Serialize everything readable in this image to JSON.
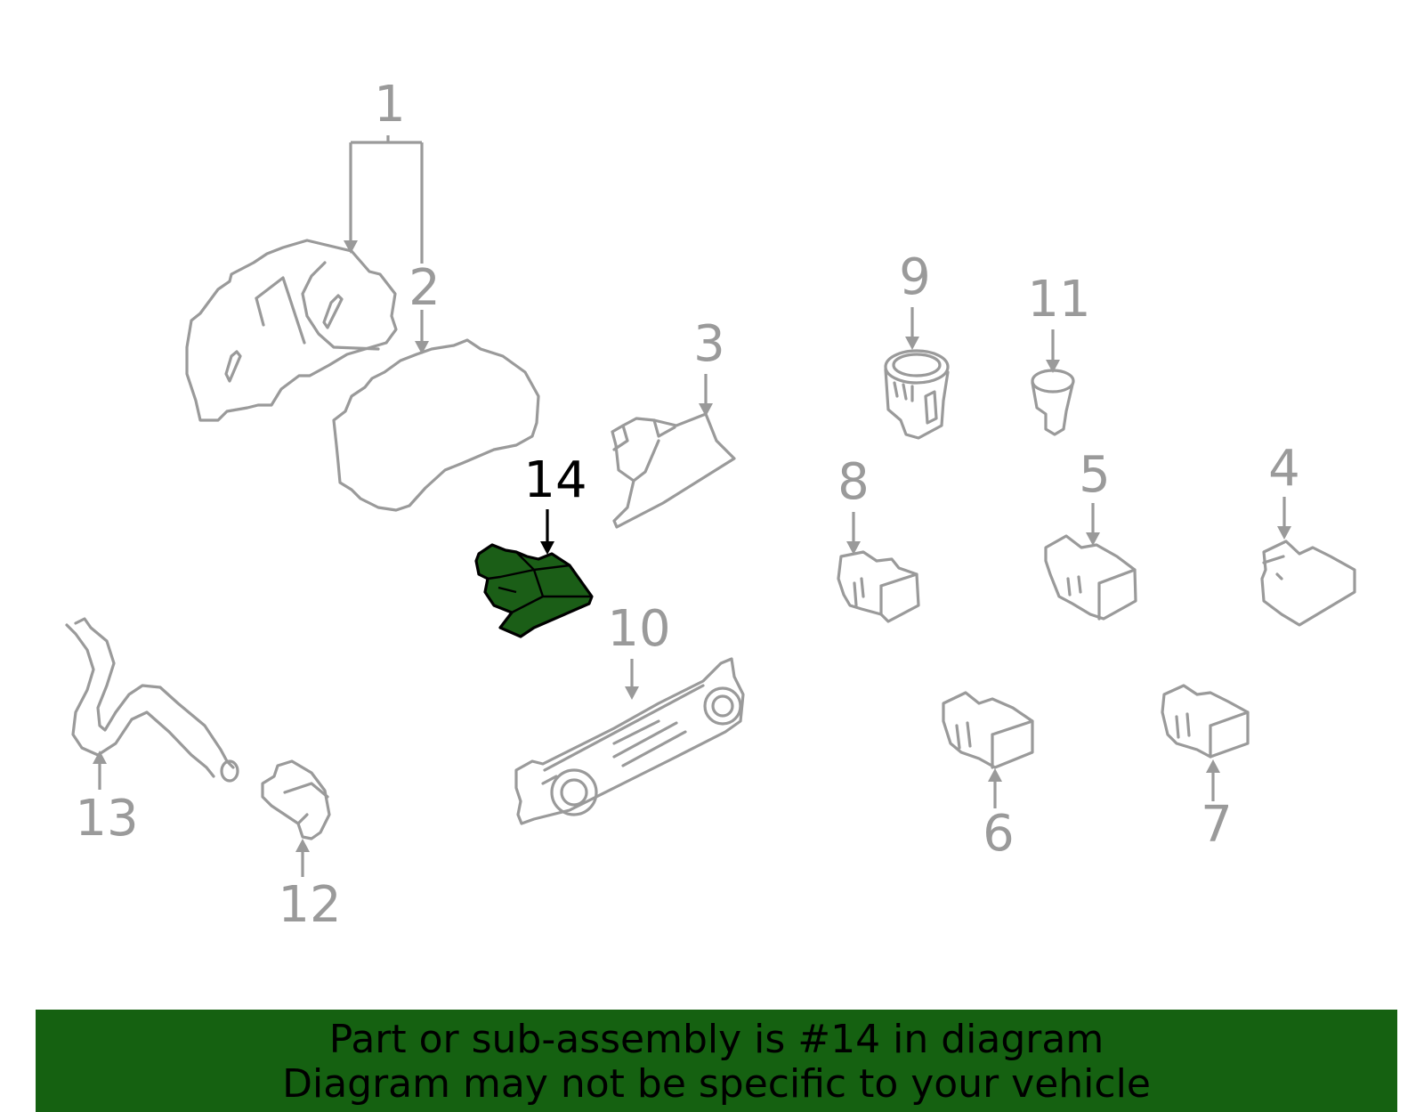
{
  "callouts": {
    "c1": "1",
    "c2": "2",
    "c3": "3",
    "c4": "4",
    "c5": "5",
    "c6": "6",
    "c7": "7",
    "c8": "8",
    "c9": "9",
    "c10": "10",
    "c11": "11",
    "c12": "12",
    "c13": "13",
    "c14": "14"
  },
  "highlighted_part": "14",
  "colors": {
    "line": "#9a9a9a",
    "highlight_fill": "#1b5e17",
    "banner": "#156111",
    "text": "#000000"
  },
  "banner": {
    "line1": "Part or sub-assembly is #14 in diagram",
    "line2": "Diagram may not be specific to your vehicle"
  }
}
